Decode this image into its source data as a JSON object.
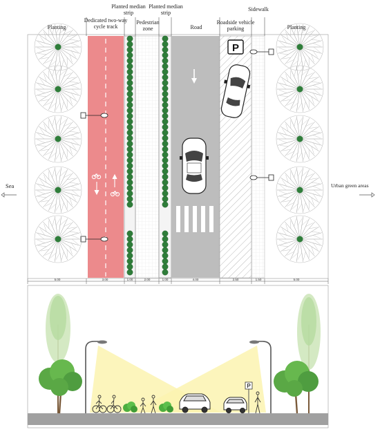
{
  "zones": [
    {
      "key": "planting_left",
      "label": "Planting",
      "width": "5.00"
    },
    {
      "key": "cycle_track",
      "label": "Dedicated two-way cycle track",
      "width": "3.00"
    },
    {
      "key": "median_1",
      "label": "Planted median strip",
      "width": "1.00"
    },
    {
      "key": "pedestrian",
      "label": "Pedestrian zone",
      "width": "2.00"
    },
    {
      "key": "median_2",
      "label": "Planted median strip",
      "width": "1.00"
    },
    {
      "key": "road",
      "label": "Road",
      "width": "4.00"
    },
    {
      "key": "parking",
      "label": "Roadside vehicle parking",
      "width": "2.50"
    },
    {
      "key": "sidewalk",
      "label": "Sidewalk",
      "width": "1.50"
    },
    {
      "key": "planting_right",
      "label": "Planting",
      "width": "5.00"
    }
  ],
  "sides": {
    "left": "Sea",
    "right": "Urban green areas"
  },
  "signs": {
    "parking_plan": "P",
    "parking_section": "P"
  },
  "colors": {
    "cycle_track": "#ec8a8c",
    "road": "#bdbdbd",
    "median": "#2f7d3a",
    "tree_green": "#5aa845",
    "light_cone": "#fbf3b0",
    "ground": "#a0a0a0"
  }
}
